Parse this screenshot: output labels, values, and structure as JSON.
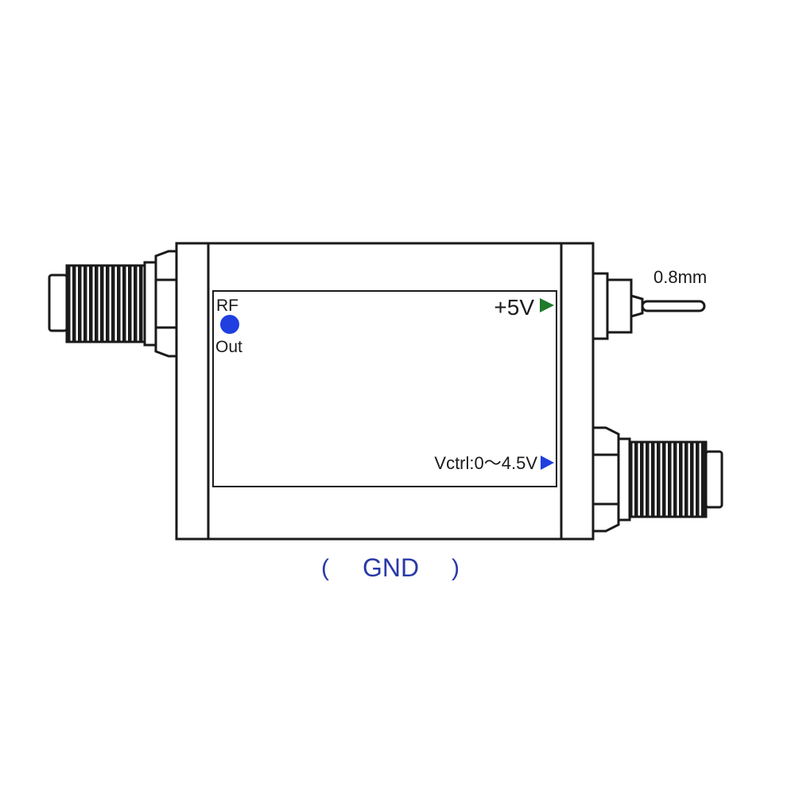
{
  "labels": {
    "rf_top": "RF",
    "rf_bottom": "Out",
    "supply": "+5V",
    "vctrl": "Vctrl:0～4.5V",
    "pin_diameter": "0.8mm",
    "gnd_open": "(",
    "gnd": "GND",
    "gnd_close": ")"
  },
  "colors": {
    "outline": "#1a1a1a",
    "rf_dot": "#1f3fe0",
    "supply_arrow": "#1f7a2a",
    "vctrl_arrow": "#1f3fe0",
    "gnd_text": "#2a3aa8"
  },
  "icons": {
    "rf_port": "filled-circle",
    "supply_pin": "right-triangle",
    "vctrl_pin": "right-triangle"
  }
}
